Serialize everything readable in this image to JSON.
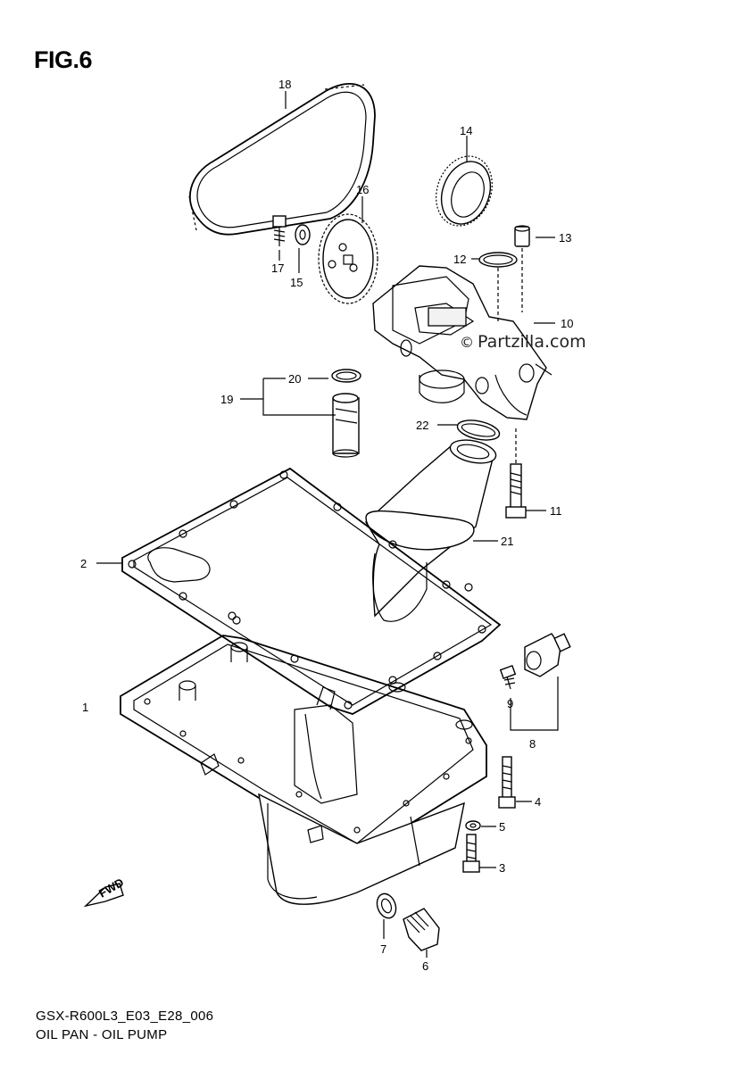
{
  "figure": {
    "title": "FIG.6",
    "code": "GSX-R600L3_E03_E28_006",
    "name": "OIL PAN - OIL PUMP",
    "watermark": "Partzilla.com",
    "watermark_symbol": "©"
  },
  "parts": [
    {
      "id": "p1",
      "label": "1"
    },
    {
      "id": "p2",
      "label": "2"
    },
    {
      "id": "p3",
      "label": "3"
    },
    {
      "id": "p4",
      "label": "4"
    },
    {
      "id": "p5",
      "label": "5"
    },
    {
      "id": "p6",
      "label": "6"
    },
    {
      "id": "p7",
      "label": "7"
    },
    {
      "id": "p8",
      "label": "8"
    },
    {
      "id": "p9",
      "label": "9"
    },
    {
      "id": "p10",
      "label": "10"
    },
    {
      "id": "p11",
      "label": "11"
    },
    {
      "id": "p12",
      "label": "12"
    },
    {
      "id": "p13",
      "label": "13"
    },
    {
      "id": "p14",
      "label": "14"
    },
    {
      "id": "p15",
      "label": "15"
    },
    {
      "id": "p16",
      "label": "16"
    },
    {
      "id": "p17",
      "label": "17"
    },
    {
      "id": "p18",
      "label": "18"
    },
    {
      "id": "p19",
      "label": "19"
    },
    {
      "id": "p20",
      "label": "20"
    },
    {
      "id": "p21",
      "label": "21"
    },
    {
      "id": "p22",
      "label": "22"
    }
  ],
  "fwd_arrow": {
    "label": "FWD",
    "icon": "fwd-arrow-icon"
  }
}
